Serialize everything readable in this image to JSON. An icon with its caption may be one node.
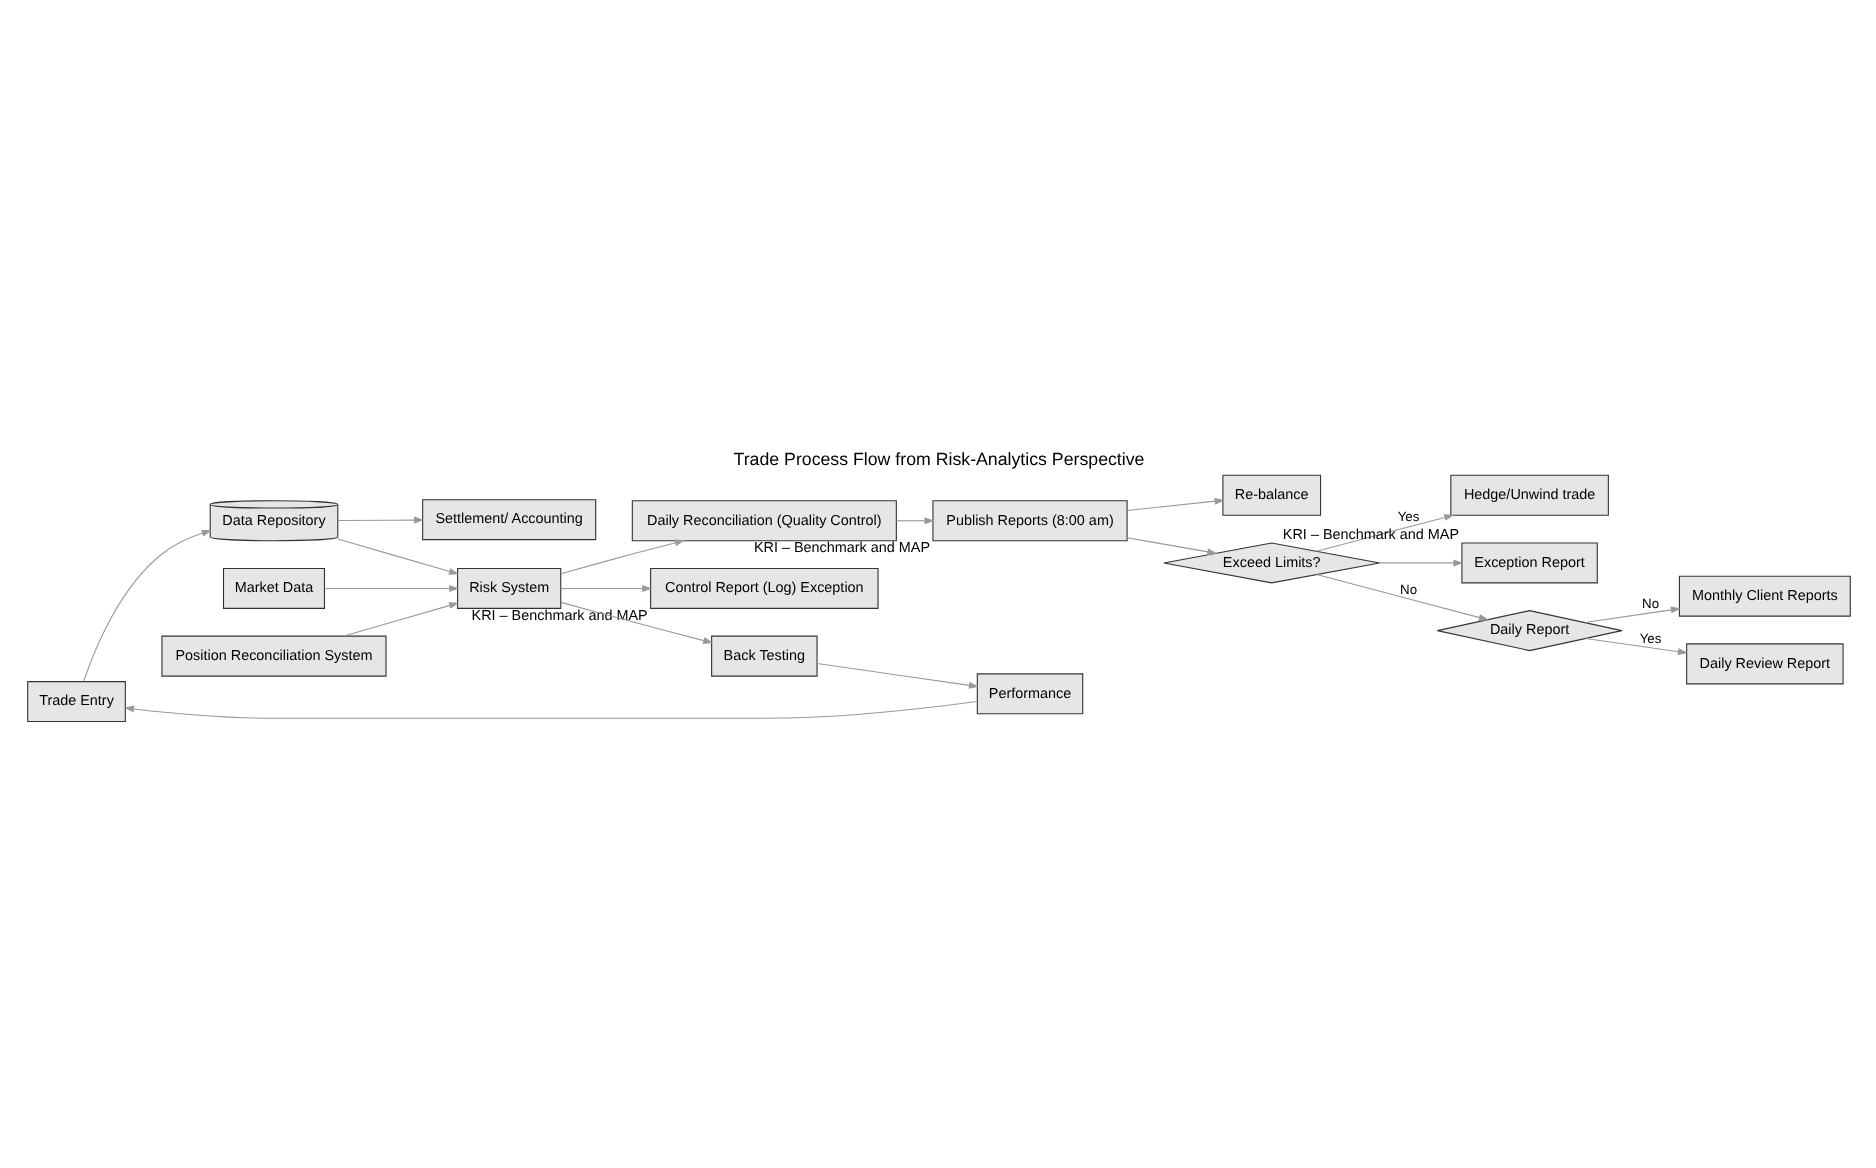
{
  "diagram": {
    "title": "Trade Process Flow from Risk-Analytics Perspective",
    "nodes": [
      {
        "text": [
          "Trade Entry"
        ]
      },
      {
        "text": [
          "Data Repository"
        ]
      },
      {
        "text": [
          "Settlement/ Accounting"
        ]
      },
      {
        "text": [
          "Risk System"
        ]
      },
      {
        "text": [
          "Market Data"
        ]
      },
      {
        "text": [
          "Position Reconciliation System"
        ]
      },
      {
        "text": [
          "Daily Reconciliation (Quality Control)"
        ]
      },
      {
        "text": [
          "Control Report (Log) Exception"
        ],
        "beside": [
          "KRI – Benchmark and MAP"
        ]
      },
      {
        "text": [
          "Back Testing"
        ]
      },
      {
        "text": [
          "Performance"
        ]
      },
      {
        "text": [
          "Publish Reports (8:00 am)"
        ],
        "beside": [
          "KRI – Benchmark and MAP"
        ]
      },
      {
        "text": [
          "Re-balance"
        ]
      },
      {
        "text": [
          "Exceed Limits?"
        ]
      },
      {
        "text": [
          "Hedge/Unwind trade"
        ]
      },
      {
        "text": [
          "Exception Report"
        ],
        "beside": [
          "KRI – Benchmark and MAP"
        ]
      },
      {
        "text": [
          "Daily Report"
        ]
      },
      {
        "text": [
          "Monthly Client Reports"
        ]
      },
      {
        "text": [
          "Daily Review Report"
        ]
      }
    ],
    "edges": [
      {
        "from": 0,
        "to": 1,
        "arrow": "to"
      },
      {
        "from": 1,
        "to": 2,
        "arrow": "to"
      },
      {
        "from": 1,
        "to": 3,
        "arrow": "to"
      },
      {
        "from": 5,
        "to": 3,
        "arrow": "to"
      },
      {
        "from": 4,
        "to": 3,
        "arrow": "to"
      },
      {
        "from": 3,
        "to": 6,
        "arrow": "to"
      },
      {
        "from": 3,
        "to": 7,
        "arrow": "to"
      },
      {
        "from": 3,
        "to": 8,
        "arrow": "to"
      },
      {
        "from": 8,
        "to": 9,
        "arrow": "to"
      },
      {
        "from": 9,
        "to": 0,
        "arrow": "to"
      },
      {
        "from": 6,
        "to": 10,
        "arrow": "to"
      },
      {
        "from": 10,
        "to": 11,
        "arrow": "to"
      },
      {
        "from": 10,
        "to": 12,
        "arrow": "to"
      },
      {
        "from": 12,
        "to": 13,
        "arrow": "to",
        "label": "Yes"
      },
      {
        "from": 12,
        "to": 14,
        "arrow": "to"
      },
      {
        "from": 12,
        "to": 15,
        "arrow": "to",
        "label": "No"
      },
      {
        "from": 15,
        "to": 16,
        "arrow": "to",
        "label": "No"
      },
      {
        "from": 15,
        "to": 17,
        "arrow": "to",
        "label": "Yes"
      }
    ]
  }
}
